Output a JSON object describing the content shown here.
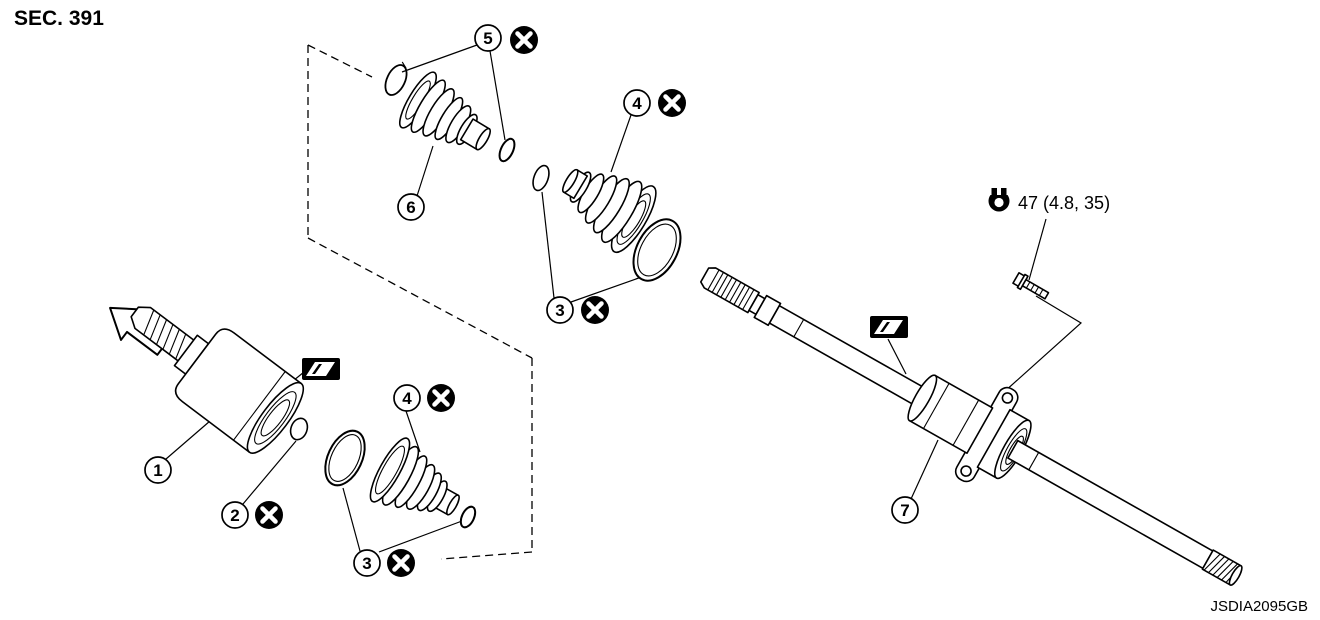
{
  "page": {
    "section_label": "SEC. 391",
    "figure_id": "JSDIA2095GB",
    "background_color": "#ffffff",
    "line_color": "#000000"
  },
  "torque_note": {
    "label": "47 (4.8, 35)",
    "icon": "torque-clamp-icon"
  },
  "icons": {
    "discard": "do-not-reuse-x-icon",
    "grease": "grease-apply-icon",
    "arrow": "front-direction-arrow"
  },
  "callouts": {
    "1": "1",
    "2": "2",
    "3": "3",
    "4": "4",
    "5": "5",
    "6": "6",
    "7": "7"
  }
}
